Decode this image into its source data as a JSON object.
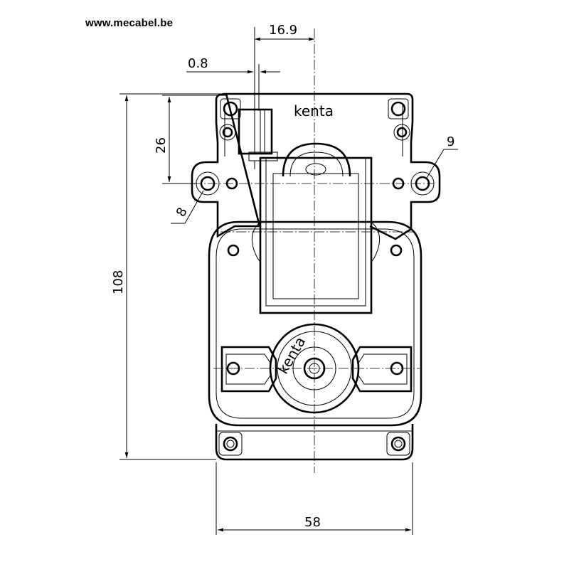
{
  "header": {
    "website": "www.mecabel.be"
  },
  "brand": {
    "top_label": "kenta",
    "gear_label": "kenta"
  },
  "dimensions": {
    "motor_offset": "16.9",
    "bracket_gap": "0.8",
    "hole_spacing": "26",
    "small_hole_dia": "8",
    "large_hole_dia": "9",
    "overall_height": "108",
    "overall_width": "58"
  }
}
